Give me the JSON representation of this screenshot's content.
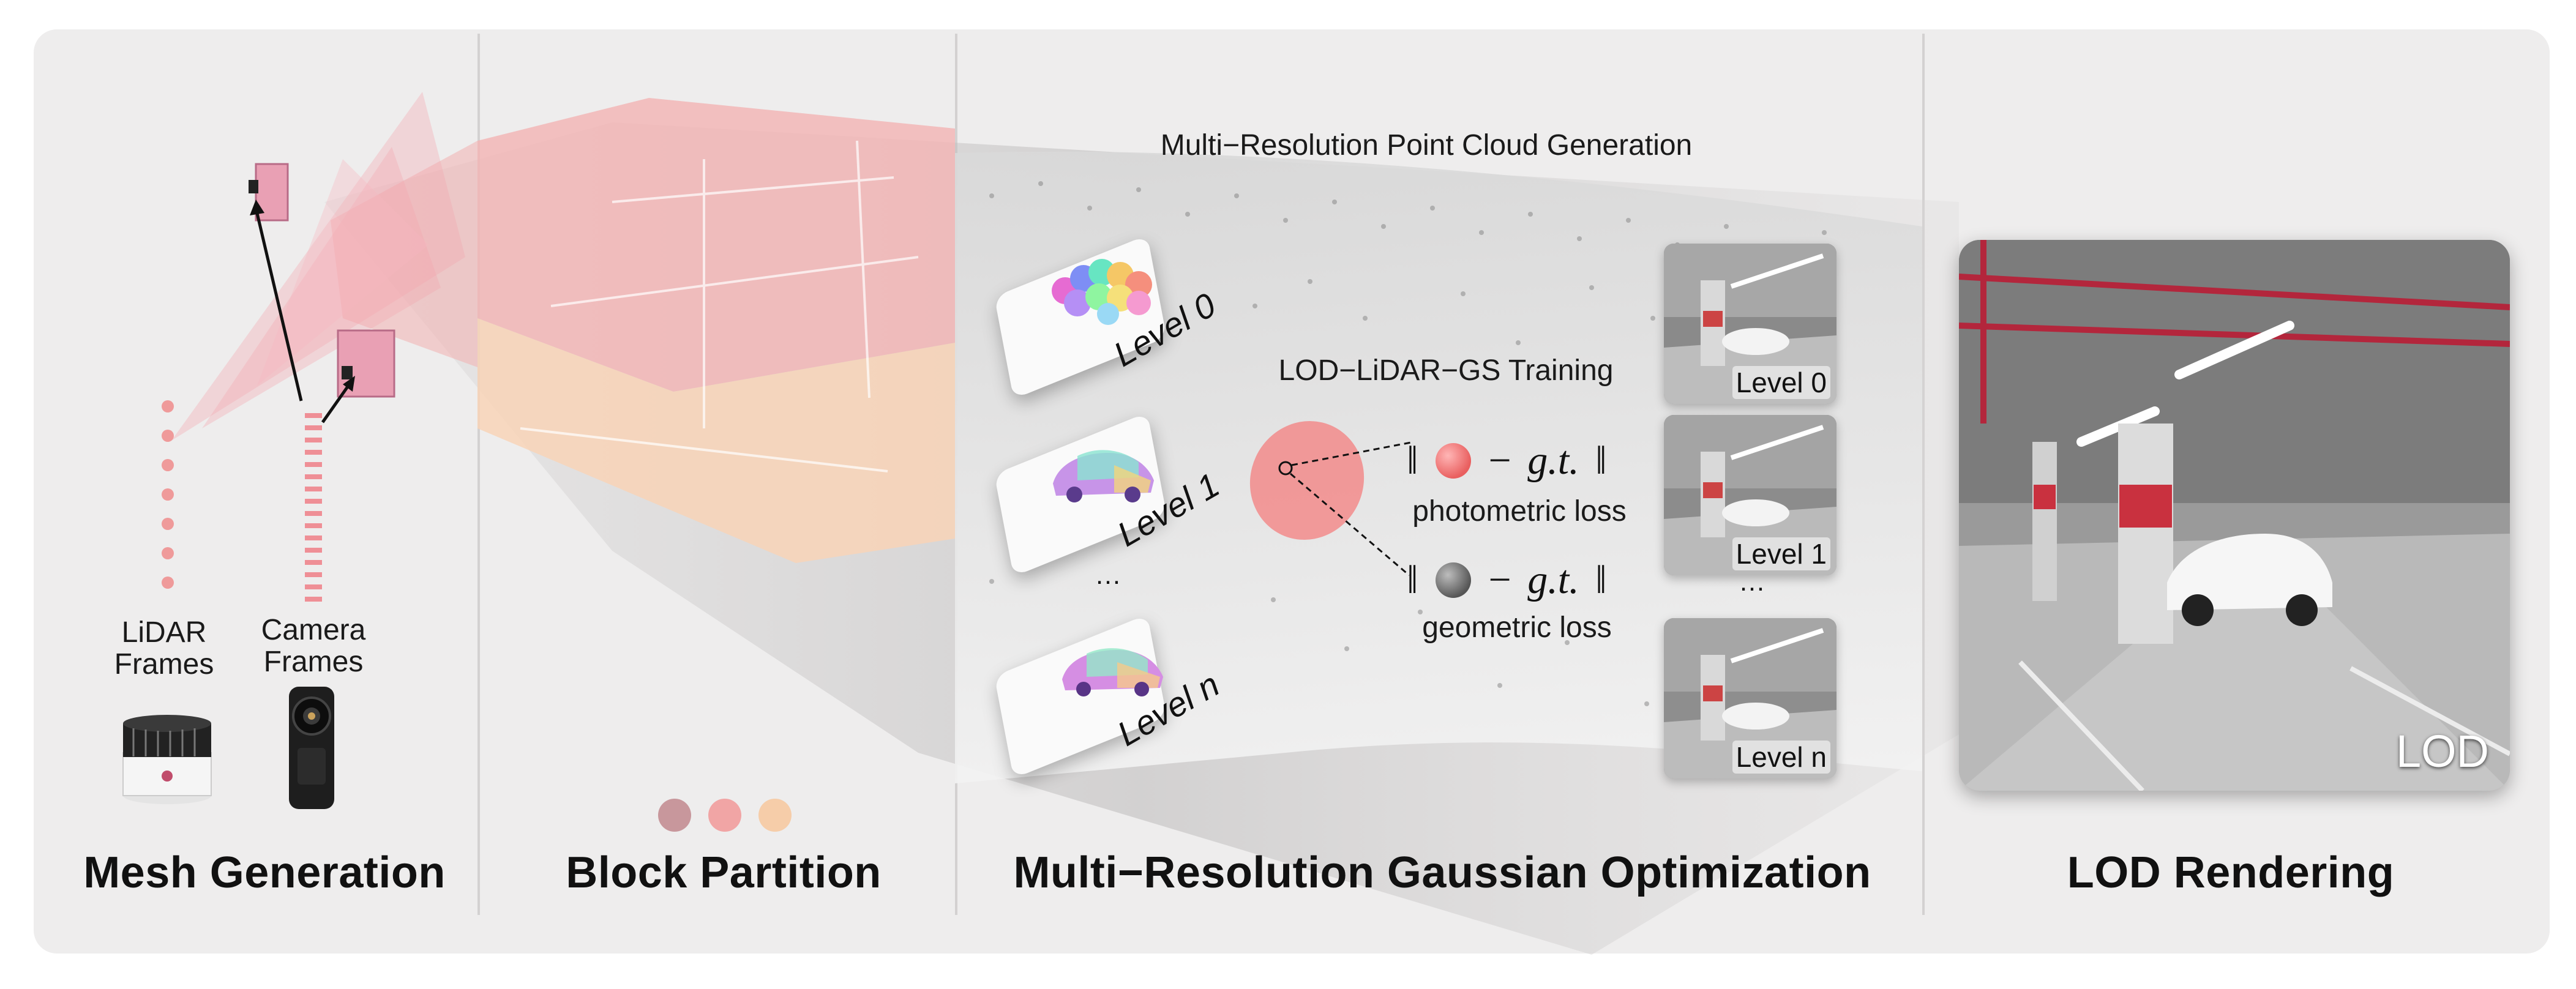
{
  "sections": {
    "mesh": "Mesh Generation",
    "block": "Block Partition",
    "multires": "Multi−Resolution Gaussian Optimization",
    "lod": "LOD Rendering"
  },
  "mesh": {
    "lidar_frames": "LiDAR\nFrames",
    "camera_frames": "Camera\nFrames"
  },
  "multires": {
    "pointcloud_heading": "Multi−Resolution Point Cloud Generation",
    "training_heading": "LOD−LiDAR−GS Training",
    "levels": [
      "Level 0",
      "Level 1",
      "Level n"
    ],
    "ellipsis": "…",
    "loss_photometric": "photometric loss",
    "loss_geometric": "geometric loss",
    "gt": "g.t.",
    "norm_bar": "‖",
    "minus": "−"
  },
  "render_tiles": [
    "Level 0",
    "Level 1",
    "Level n"
  ],
  "render_ellipsis": "…",
  "lod_badge": "LOD",
  "block_colors": [
    "#c8979c",
    "#f1a5a5",
    "#f6cda9"
  ],
  "colors": {
    "lidar_dots": "#ef9a9a",
    "frustum": "#f4a6b0",
    "block_pink": "#f2b6b6",
    "block_peach": "#f8d3b7",
    "gaussian": "#f28b8b"
  }
}
